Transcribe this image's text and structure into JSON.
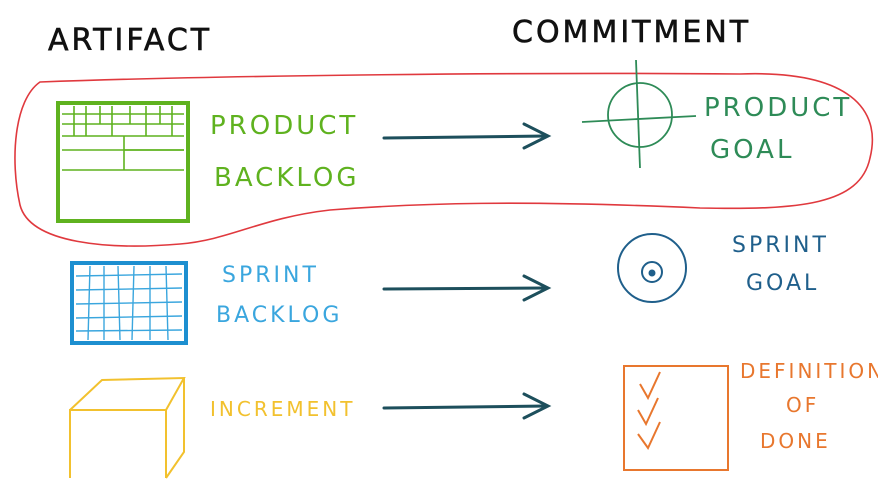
{
  "headers": {
    "artifact": "ARTIFACT",
    "commitment": "COMMITMENT"
  },
  "rows": [
    {
      "artifact_lines": [
        "PRODUCT",
        "BACKLOG"
      ],
      "commitment_lines": [
        "PRODUCT",
        "GOAL"
      ],
      "artifact_color": "#5fb21f",
      "commitment_color": "#2e8b57",
      "highlighted": true,
      "commitment_icon": "crosshair-icon"
    },
    {
      "artifact_lines": [
        "SPRINT",
        "BACKLOG"
      ],
      "commitment_lines": [
        "SPRINT",
        "GOAL"
      ],
      "artifact_color": "#3aa6de",
      "commitment_color": "#1f5f8b",
      "highlighted": false,
      "commitment_icon": "target-icon"
    },
    {
      "artifact_lines": [
        "INCREMENT"
      ],
      "commitment_lines": [
        "DEFINITION",
        "OF",
        "DONE"
      ],
      "artifact_color": "#f2c12e",
      "commitment_color": "#e8772e",
      "highlighted": false,
      "commitment_icon": "checklist-icon"
    }
  ],
  "colors": {
    "header": "#111111",
    "arrow": "#1d4f5c",
    "highlight_outline": "#e0393e"
  }
}
